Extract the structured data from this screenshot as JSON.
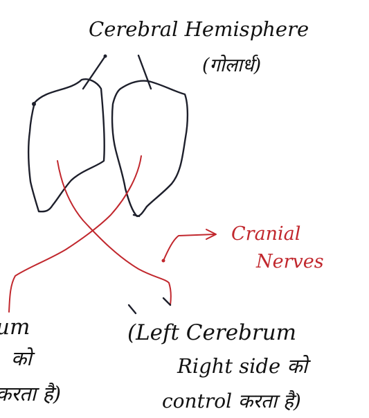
{
  "labels": {
    "hemisphere_title": "Cerebral Hemisphere",
    "hemisphere_hindi": "(गोलार्ध)",
    "cranial_line1": "Cranial",
    "cranial_line2": "Nerves",
    "left_partial_line1": "um",
    "left_partial_line2": "को",
    "left_partial_line3": "करता है)",
    "right_line1": "(Left Cerebrum",
    "right_line2": "Right side को",
    "right_line3": "control करता है)"
  },
  "colors": {
    "ink": "#1d1f2b",
    "red_ink": "#c1272d"
  }
}
